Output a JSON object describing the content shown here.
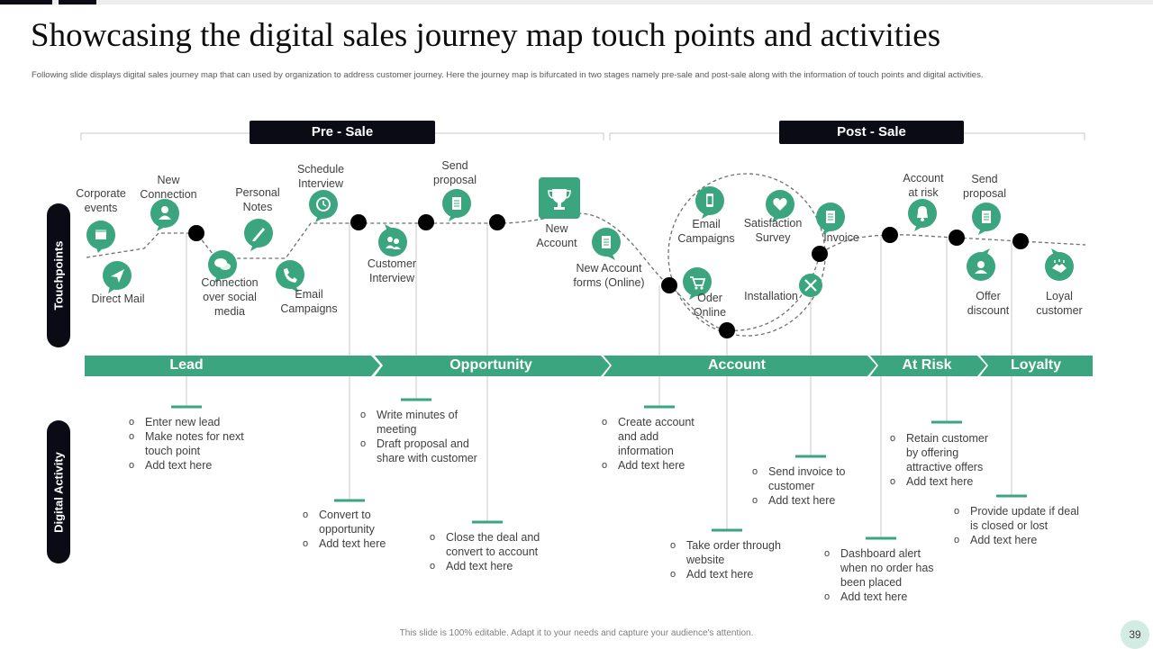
{
  "title": "Showcasing the digital sales journey map touch points and activities",
  "subtitle": "Following slide displays digital sales journey map that can used by organization to address customer journey. Here the journey map is bifurcated in two stages namely pre-sale and post-sale along with the information of touch points and digital activities.",
  "stages": {
    "pre": "Pre - Sale",
    "post": "Post - Sale"
  },
  "side": {
    "touchpoints": "Touchpoints",
    "digital": "Digital Activity"
  },
  "touchpoints": [
    {
      "id": "corporate-events",
      "label": "Corporate\nevents",
      "icon": "calendar-icon"
    },
    {
      "id": "direct-mail",
      "label": "Direct Mail",
      "icon": "send-icon"
    },
    {
      "id": "new-connection",
      "label": "New\nConnection",
      "icon": "user-icon"
    },
    {
      "id": "connection-social",
      "label": "Connection\nover social\nmedia",
      "icon": "chat-icon"
    },
    {
      "id": "personal-notes",
      "label": "Personal\nNotes",
      "icon": "pen-icon"
    },
    {
      "id": "email-campaigns-1",
      "label": "Email\nCampaigns",
      "icon": "phone-icon"
    },
    {
      "id": "schedule-interview",
      "label": "Schedule\nInterview",
      "icon": "clock-icon"
    },
    {
      "id": "customer-interview",
      "label": "Customer\nInterview",
      "icon": "people-icon"
    },
    {
      "id": "send-proposal-1",
      "label": "Send\nproposal",
      "icon": "document-icon"
    },
    {
      "id": "new-account",
      "label": "New\nAccount",
      "icon": "trophy-icon"
    },
    {
      "id": "new-account-forms",
      "label": "New Account\nforms (Online)",
      "icon": "form-icon"
    },
    {
      "id": "email-campaigns-2",
      "label": "Email\nCampaigns",
      "icon": "mobile-icon"
    },
    {
      "id": "order-online",
      "label": "Oder\nOnline",
      "icon": "cart-icon"
    },
    {
      "id": "satisfaction-survey",
      "label": "Satisfaction\nSurvey",
      "icon": "heart-icon"
    },
    {
      "id": "installation",
      "label": "Installation",
      "icon": "tools-icon"
    },
    {
      "id": "invoice",
      "label": "Invoice",
      "icon": "invoice-icon"
    },
    {
      "id": "account-at-risk",
      "label": "Account\nat risk",
      "icon": "bell-icon"
    },
    {
      "id": "send-proposal-2",
      "label": "Send\nproposal",
      "icon": "document-icon"
    },
    {
      "id": "offer-discount",
      "label": "Offer\ndiscount",
      "icon": "gift-icon"
    },
    {
      "id": "loyal-customer",
      "label": "Loyal\ncustomer",
      "icon": "handshake-icon"
    }
  ],
  "journey_stages": [
    "Lead",
    "Opportunity",
    "Account",
    "At Risk",
    "Loyalty"
  ],
  "activities": [
    {
      "id": "lead",
      "items": [
        "Enter new lead",
        "Make notes for next touch point",
        "Add text here"
      ]
    },
    {
      "id": "convert",
      "items": [
        "Convert to opportunity",
        "Add text here"
      ]
    },
    {
      "id": "minutes",
      "items": [
        "Write minutes of meeting",
        "Draft proposal and share with customer"
      ]
    },
    {
      "id": "close-deal",
      "items": [
        "Close the deal and convert to account",
        "Add text here"
      ]
    },
    {
      "id": "create-account",
      "items": [
        "Create account and add information",
        "Add text here"
      ]
    },
    {
      "id": "take-order",
      "items": [
        "Take order through website",
        "Add text here"
      ]
    },
    {
      "id": "send-invoice",
      "items": [
        "Send invoice to customer",
        "Add text here"
      ]
    },
    {
      "id": "dashboard-alert",
      "items": [
        "Dashboard alert when no order has been placed",
        "Add text here"
      ]
    },
    {
      "id": "retain-customer",
      "items": [
        "Retain customer by offering attractive offers",
        "Add text here"
      ]
    },
    {
      "id": "provide-update",
      "items": [
        "Provide update if deal is closed or lost",
        "Add text here"
      ]
    }
  ],
  "footer": "This slide is 100% editable. Adapt it to your needs and capture your audience's attention.",
  "page_number": "39",
  "colors": {
    "accent": "#3aa57f",
    "dark": "#0b0b16"
  }
}
